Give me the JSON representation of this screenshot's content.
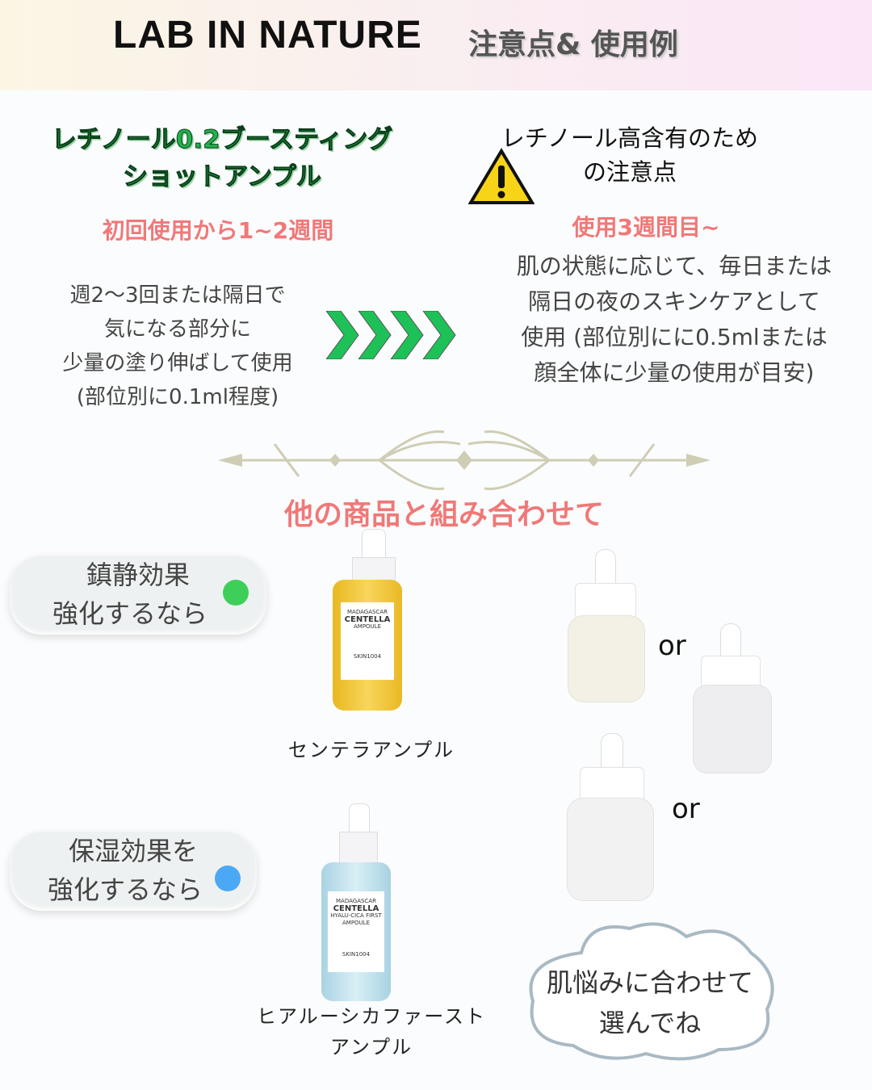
{
  "header": {
    "title": "LAB IN NATURE",
    "subtitle": "注意点& 使用例"
  },
  "left": {
    "product_line1": "レチノール0.2ブースティング",
    "product_line2": "ショットアンプル",
    "period": "初回使用から1~2週間",
    "usage": [
      "週2～3回または隔日で",
      "気になる部分に",
      "少量の塗り伸ばして使用",
      "(部位別に0.1ml程度)"
    ]
  },
  "right": {
    "caution_line1": "レチノール高含有のため",
    "caution_line2": "の注意点",
    "period": "使用3週間目~",
    "usage": [
      "肌の状態に応じて、毎日または",
      "隔日の夜のスキンケアとして",
      "使用 (部位別にに0.5mlまたは",
      "顔全体に少量の使用が目安)"
    ]
  },
  "combo": {
    "heading": "他の商品と組み合わせて",
    "soothing": [
      "鎮静効果",
      "強化するなら"
    ],
    "moisture": [
      "保湿効果を",
      "強化するなら"
    ],
    "product1": "センテラアンプル",
    "product2": [
      "ヒアルーシカファースト",
      "アンプル"
    ],
    "or": "or",
    "bottle1_label": [
      "MADAGASCAR",
      "CENTELLA",
      "AMPOULE",
      "SKIN1004"
    ],
    "bottle2_label": [
      "MADAGASCAR",
      "CENTELLA",
      "HYALU-CICA FIRST AMPOULE",
      "SKIN1004"
    ],
    "bubble": [
      "肌悩みに合わせて",
      "選んでね"
    ]
  },
  "colors": {
    "green": "#22b14c",
    "pink": "#f07878",
    "green_dot": "#3ecf5a",
    "blue_dot": "#4ba8f5"
  }
}
